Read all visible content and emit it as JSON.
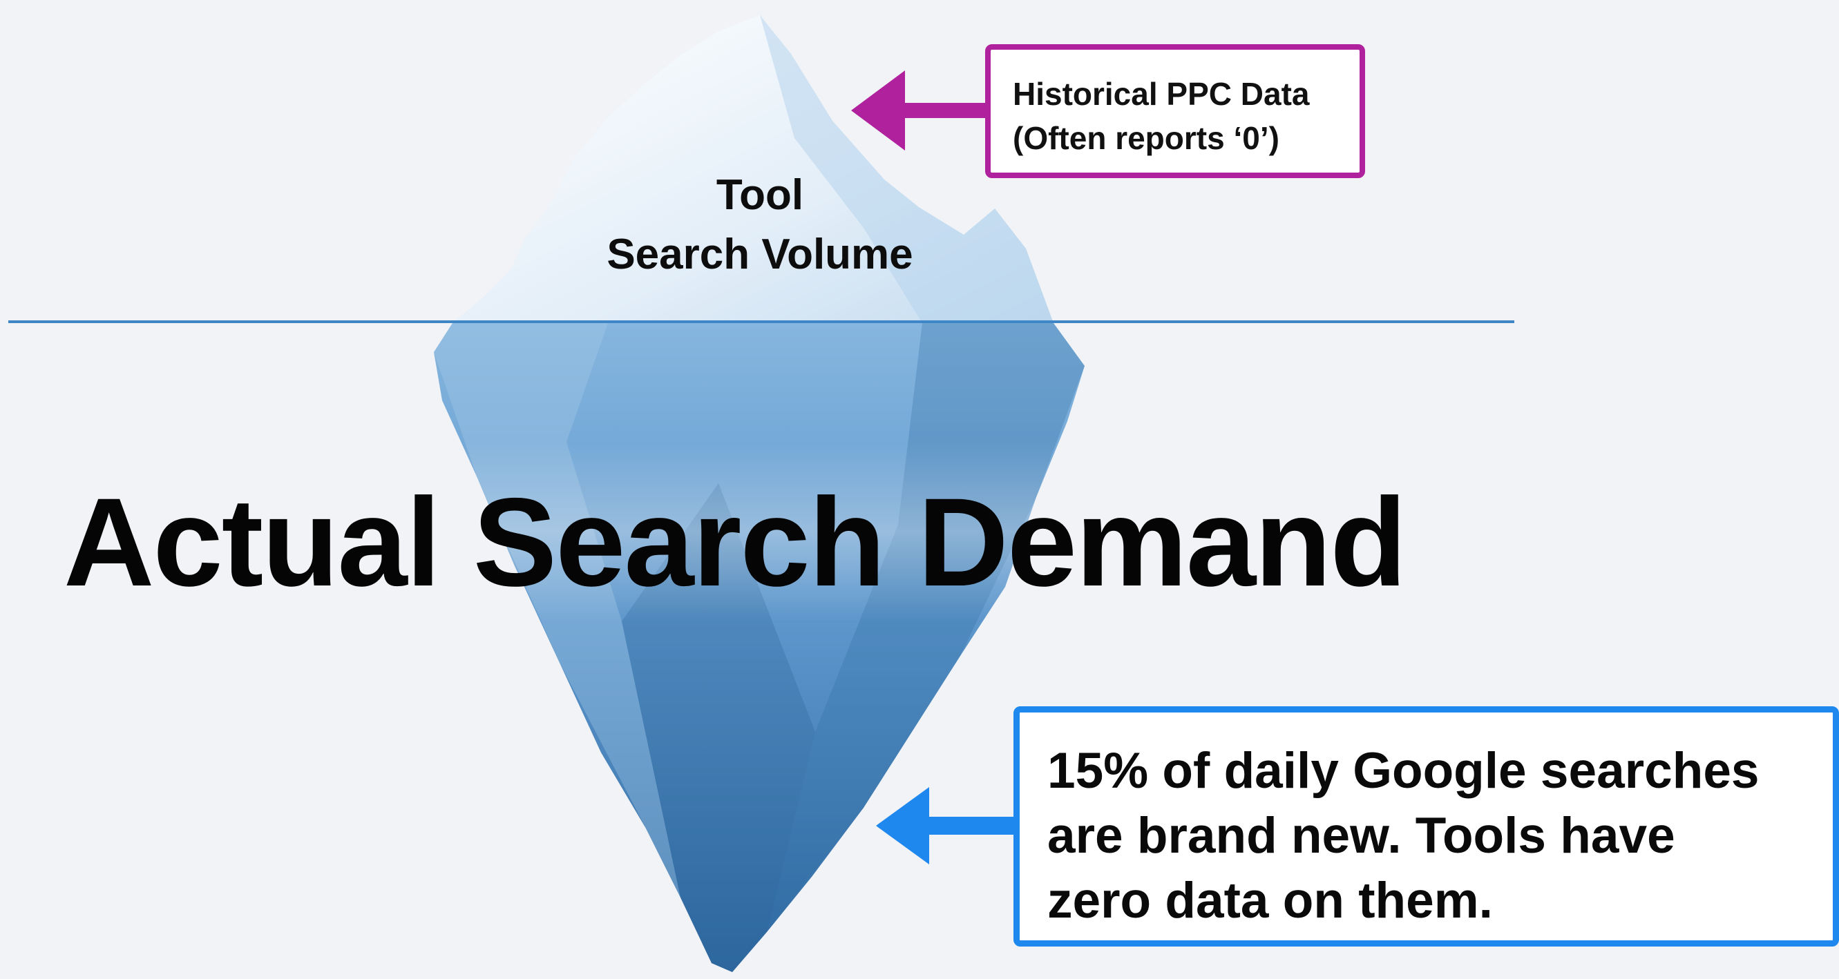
{
  "iceberg": {
    "tip_label_line1": "Tool",
    "tip_label_line2": "Search Volume"
  },
  "headline": "Actual Search Demand",
  "callouts": {
    "top": {
      "line1": "Historical PPC Data",
      "line2": "(Often reports ‘0’)",
      "color": "#b0229d"
    },
    "bottom": {
      "line1": "15% of daily Google searches",
      "line2": "are brand new. Tools have",
      "line3": "zero data on them.",
      "color": "#1e88ee"
    }
  },
  "colors": {
    "background": "#f1f3f6",
    "waterline": "#3f86c7",
    "ice_tip": "#dcebf7",
    "ice_submerged": "#3f7fb8"
  }
}
